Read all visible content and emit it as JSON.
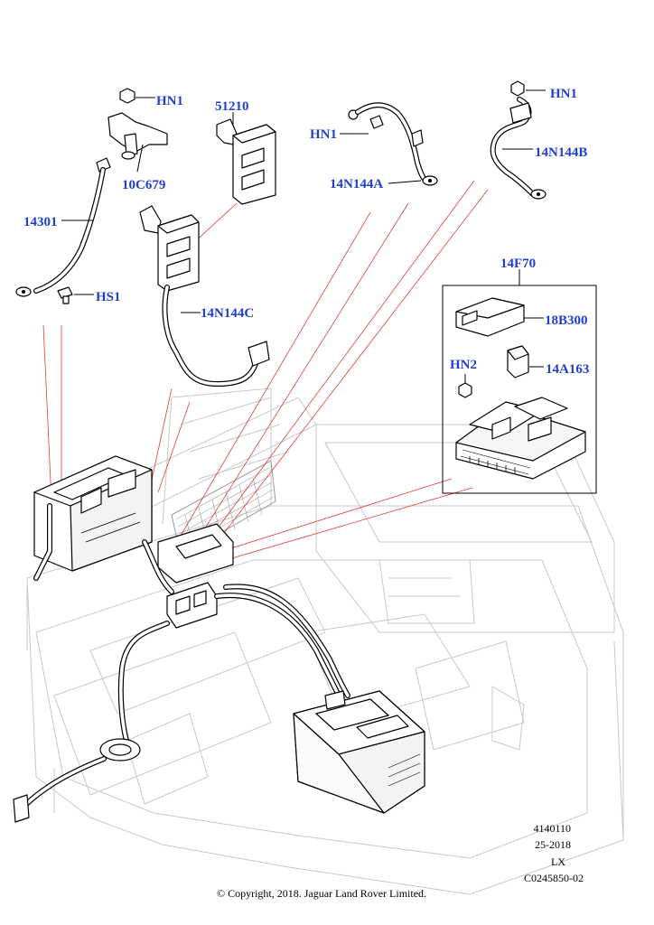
{
  "callouts": {
    "hn1_a": "HN1",
    "part_51210": "51210",
    "hn1_b": "HN1",
    "hn1_c": "HN1",
    "part_10c679": "10C679",
    "part_14n144a": "14N144A",
    "part_14n144b": "14N144B",
    "part_14301": "14301",
    "part_14n144c": "14N144C",
    "part_14f70": "14F70",
    "part_hs1": "HS1",
    "part_18b300": "18B300",
    "part_hn2": "HN2",
    "part_14a163": "14A163"
  },
  "meta": {
    "line1": "4140110",
    "line2": "25-2018",
    "line3": "LX",
    "line4": "C0245850-02"
  },
  "copyright": "© Copyright, 2018. Jaguar Land Rover Limited.",
  "colors": {
    "callout": "#1f3fd1",
    "leader_red": "#e63a3a",
    "ghost": "#c8c8c8"
  }
}
